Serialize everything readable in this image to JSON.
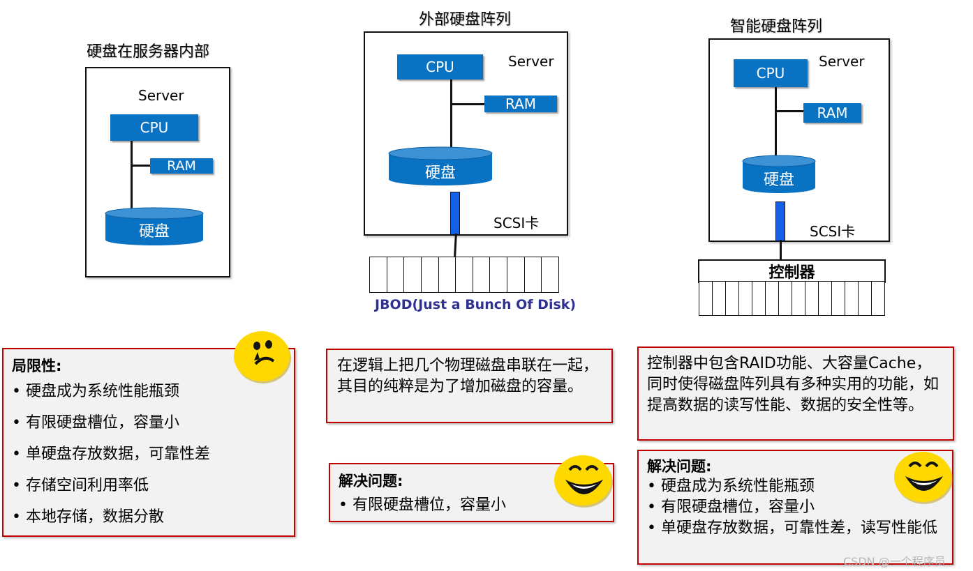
{
  "panel_internal": {
    "title": "硬盘在服务器内部",
    "server": "Server",
    "cpu": "CPU",
    "ram": "RAM",
    "disk": "硬盘"
  },
  "panel_external": {
    "title": "外部硬盘阵列",
    "server": "Server",
    "cpu": "CPU",
    "ram": "RAM",
    "disk": "硬盘",
    "scsi": "SCSI卡",
    "jbod": "JBOD(Just a Bunch Of Disk)"
  },
  "panel_smart": {
    "title": "智能硬盘阵列",
    "server": "Server",
    "cpu": "CPU",
    "ram": "RAM",
    "disk": "硬盘",
    "scsi": "SCSI卡",
    "controller": "控制器"
  },
  "notes": {
    "limits": {
      "title": "局限性:",
      "items": [
        "• 硬盘成为系统性能瓶颈",
        "• 有限硬盘槽位，容量小",
        "• 单硬盘存放数据，可靠性差",
        "• 存储空间利用率低",
        "• 本地存储，数据分散"
      ]
    },
    "jbod_desc": {
      "text": "在逻辑上把几个物理磁盘串联在一起，其目的纯粹是为了增加磁盘的容量。"
    },
    "jbod_solves": {
      "title": "解决问题:",
      "items": [
        "• 有限硬盘槽位，容量小"
      ]
    },
    "raid_desc": {
      "text": "控制器中包含RAID功能、大容量Cache，同时使得磁盘阵列具有多种实用的功能，如提高数据的读写性能、数据的安全性等。"
    },
    "raid_solves": {
      "title": "解决问题:",
      "items": [
        "• 硬盘成为系统性能瓶颈",
        "• 有限硬盘槽位，容量小",
        "• 单硬盘存放数据，可靠性差，读写性能低"
      ]
    }
  },
  "watermark": "CSDN @一个程序员",
  "colors": {
    "component_blue": "#0a72c3",
    "scsi_blue": "#1560e8",
    "note_border": "#c00000",
    "note_bg": "#f2f2f2",
    "jbod_text": "#2e3192",
    "smiley_yellow": "#ffd800"
  },
  "icons": [
    "worried-face-icon",
    "smile-face-icon",
    "smile-face-icon"
  ]
}
